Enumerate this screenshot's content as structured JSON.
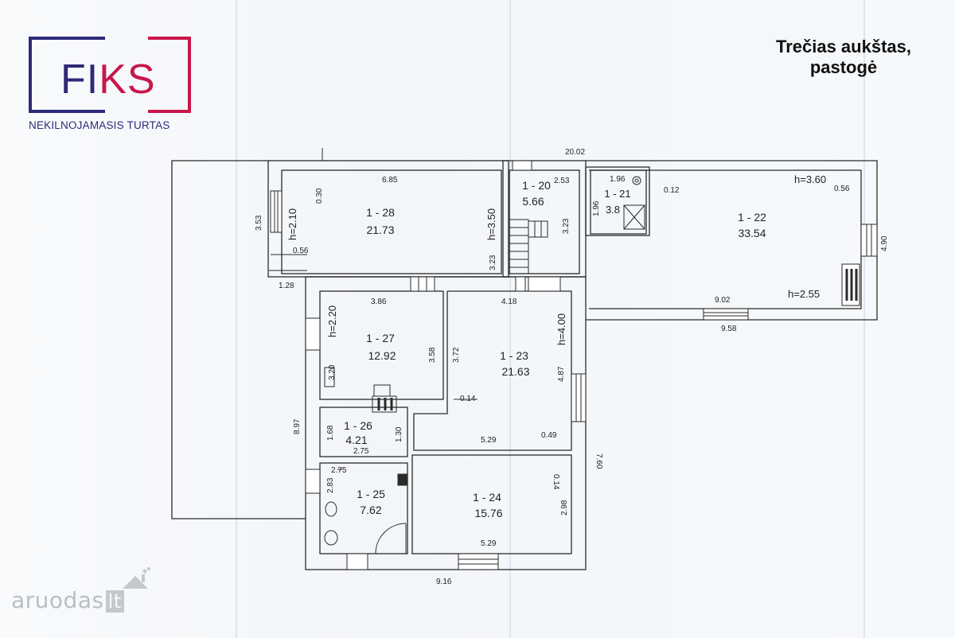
{
  "brand": {
    "logo_text_a": "FI",
    "logo_text_b": "KS",
    "subtitle": "NEKILNOJAMASIS TURTAS",
    "colors": {
      "navy": "#2d2a78",
      "crimson": "#c8174a"
    }
  },
  "page_title_line1": "Trečias aukštas,",
  "page_title_line2": "pastogė",
  "watermark": {
    "text": "aruodas",
    "suffix": "lt"
  },
  "rooms": [
    {
      "id": "1 - 28",
      "area": "21.73"
    },
    {
      "id": "1 - 20",
      "area": "5.66"
    },
    {
      "id": "1 - 21",
      "area": "3.8"
    },
    {
      "id": "1 - 22",
      "area": "33.54"
    },
    {
      "id": "1 - 27",
      "area": "12.92"
    },
    {
      "id": "1 - 23",
      "area": "21.63"
    },
    {
      "id": "1 - 26",
      "area": "4.21"
    },
    {
      "id": "1 - 25",
      "area": "7.62"
    },
    {
      "id": "1 - 24",
      "area": "15.76"
    }
  ],
  "heights": {
    "h28a": "h=2.10",
    "h28b": "h=3.50",
    "h22a": "h=3.60",
    "h22b": "h=2.55",
    "h27": "h=2.20",
    "h23": "h=4.00"
  },
  "dimensions": {
    "top_total": "20.02",
    "d685": "6.85",
    "d030": "0.30",
    "d353": "3.53",
    "d056a": "0.56",
    "d128": "1.28",
    "d323a": "3.23",
    "d253": "2.53",
    "d323b": "3.23",
    "d196a": "1.96",
    "d196b": "1.96",
    "d012": "0.12",
    "d056b": "0.56",
    "d490": "4.90",
    "d902": "9.02",
    "d958": "9.58",
    "d386": "3.86",
    "d358": "3.58",
    "d320": "3.20",
    "d418": "4.18",
    "d372": "3.72",
    "d014a": "0.14",
    "d487": "4.87",
    "d897": "8.97",
    "d168": "1.68",
    "d130": "1.30",
    "d275a": "2.75",
    "d529a": "5.29",
    "d049": "0.49",
    "d760": "7.60",
    "d275b": "2.75",
    "d283": "2.83",
    "d014b": "0.14",
    "d298": "2.98",
    "d529b": "5.29",
    "d916": "9.16"
  }
}
